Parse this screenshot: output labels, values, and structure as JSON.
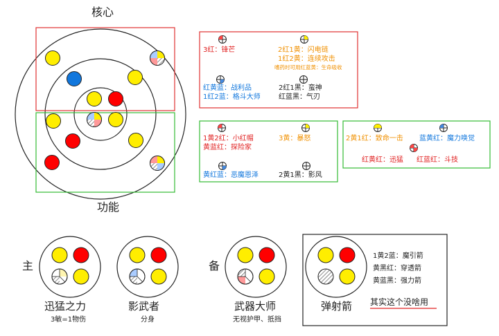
{
  "top_label": "核心",
  "bottom_label": "功能",
  "colors": {
    "red": "#ff0000",
    "yellow": "#ffee00",
    "blue": "#1177dd",
    "orange": "#ff8c00",
    "navy": "#1a1a55",
    "rect_red": "#e03030",
    "rect_green": "#33bb33"
  },
  "box_red": {
    "r1c1": "3红：锋芒",
    "r1c2_line1": "2红1黄：闪电链",
    "r1c2_line2": "1红2黄：连续攻击",
    "r1c2_note": "嗜药时可用红蓝黄：生命吸收",
    "r2c1_line1": "红黄蓝：战利品",
    "r2c1_line2": "1红2蓝：格斗大师",
    "r2c2_line1": "2红1黑：蛮神",
    "r2c2_line2": "红蓝黑：气刃"
  },
  "box_green1": {
    "r1c1_line1": "1黄2红：小红帽",
    "r1c1_line2": "黄蓝红：探险家",
    "r1c2": "3黄：暴怒",
    "r2c1": "黄红蓝：恶魔恩泽",
    "r2c2": "2黄1黑：影风"
  },
  "box_green2": {
    "r1a": "2黄1红：致命一击",
    "r1b": "蓝黄红：魔力唤觉",
    "r2a": "红黄红：迅猛",
    "r2b": "红蓝红：斗技"
  },
  "main_label": "主",
  "backup_label": "备",
  "sets": [
    {
      "name": "迅猛之力",
      "sub": "3敏=1物伤"
    },
    {
      "name": "影武者",
      "sub": "分身"
    },
    {
      "name": "武器大师",
      "sub": "无视护甲、抵挡"
    },
    {
      "name": "弹射箭",
      "sub": ""
    }
  ],
  "box_black": {
    "l1": "1黄2蓝：魔引箭",
    "l2": "黄黑红：穿透箭",
    "l3": "黄蓝黑：强力箭",
    "note": "其实这个没啥用"
  }
}
